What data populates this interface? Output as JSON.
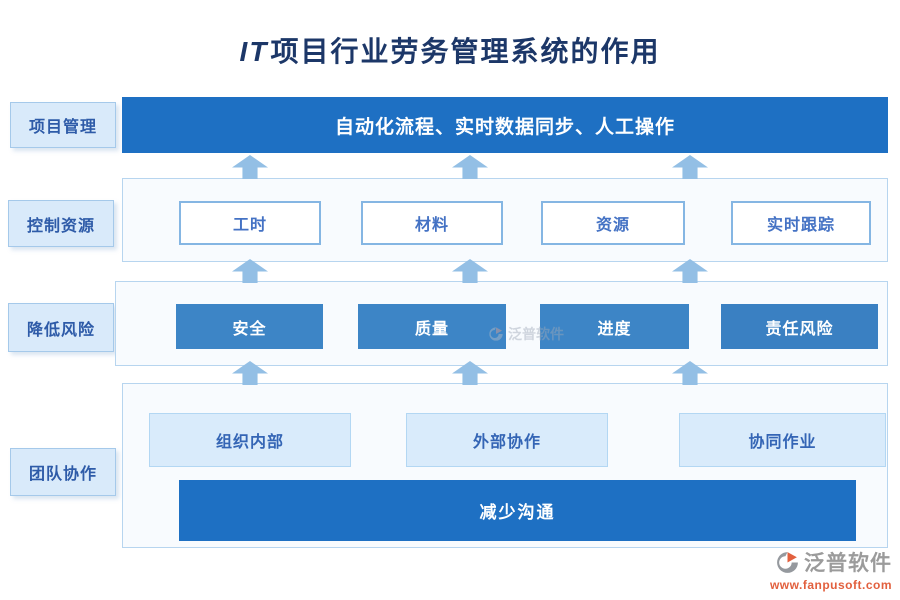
{
  "title": {
    "prefix": "IT",
    "rest": "项目行业劳务管理系统的作用"
  },
  "rows": [
    {
      "label": "项目管理",
      "type": "bar",
      "bar": "自动化流程、实时数据同步、人工操作"
    },
    {
      "label": "控制资源",
      "type": "outline-boxes",
      "boxes": [
        "工时",
        "材料",
        "资源",
        "实时跟踪"
      ]
    },
    {
      "label": "降低风险",
      "type": "solid-boxes",
      "boxes": [
        "安全",
        "质量",
        "进度",
        "责任风险"
      ]
    },
    {
      "label": "团队协作",
      "type": "light-boxes-with-bar",
      "boxes": [
        "组织内部",
        "外部协作",
        "协同作业"
      ],
      "bar": "减少沟通"
    }
  ],
  "icons": {
    "up_arrow": "upward block arrow, light blue",
    "vendor_logo": "fan-shaped swirl, gray and orange"
  },
  "watermark": {
    "text": "泛普软件"
  },
  "footer_logo": {
    "name": "泛普软件",
    "url": "www.fanpusoft.com"
  },
  "colors": {
    "title_text": "#1c3768",
    "primary_bar_blue": "#1e70c3",
    "solid_box_blue": "#3d85c6",
    "light_box_fill": "#d9ebfb",
    "label_fill": "#d9eafa",
    "label_text": "#2e5ba8",
    "outline_box_border": "#85b6e3",
    "outline_box_text": "#4472c4",
    "panel_fill": "#f8fbfe",
    "panel_border": "#b7d5ef",
    "arrow_blue": "#93bfe5",
    "vendor_gray": "#9b9b9b",
    "vendor_orange": "#e2603e"
  }
}
